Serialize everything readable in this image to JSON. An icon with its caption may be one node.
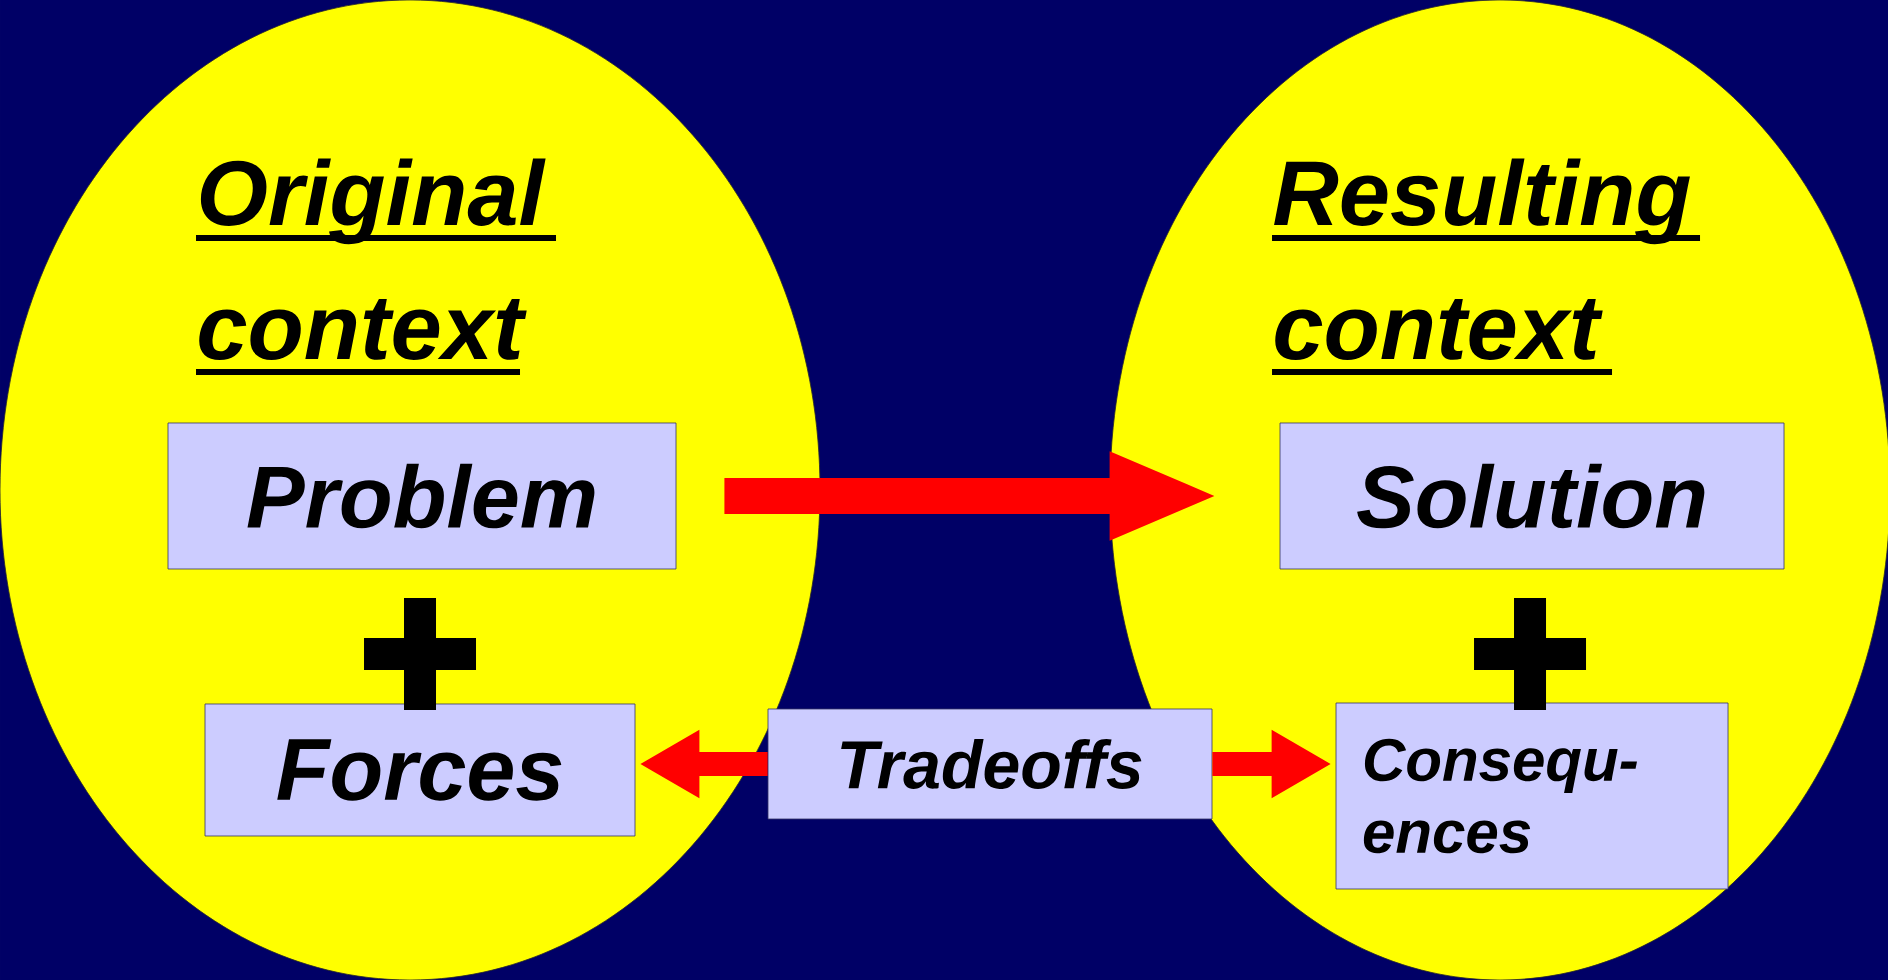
{
  "diagram": {
    "nodes": [
      {
        "text": [
          "Original context"
        ]
      },
      {
        "text": [
          "Problem"
        ],
        "in": 0
      },
      {
        "text": [
          "Forces"
        ],
        "in": 0
      },
      {
        "text": [
          "Resulting context"
        ]
      },
      {
        "text": [
          "Solution"
        ],
        "in": 3
      },
      {
        "text": [
          "Consequ- ences"
        ],
        "in": 3
      },
      {
        "text": [
          "Tradeoffs"
        ]
      }
    ],
    "edges": [
      {
        "from": 1,
        "to": 4,
        "arrow": "to"
      },
      {
        "from": 6,
        "to": 2,
        "arrow": "to"
      },
      {
        "from": 6,
        "to": 5,
        "arrow": "to"
      }
    ]
  }
}
